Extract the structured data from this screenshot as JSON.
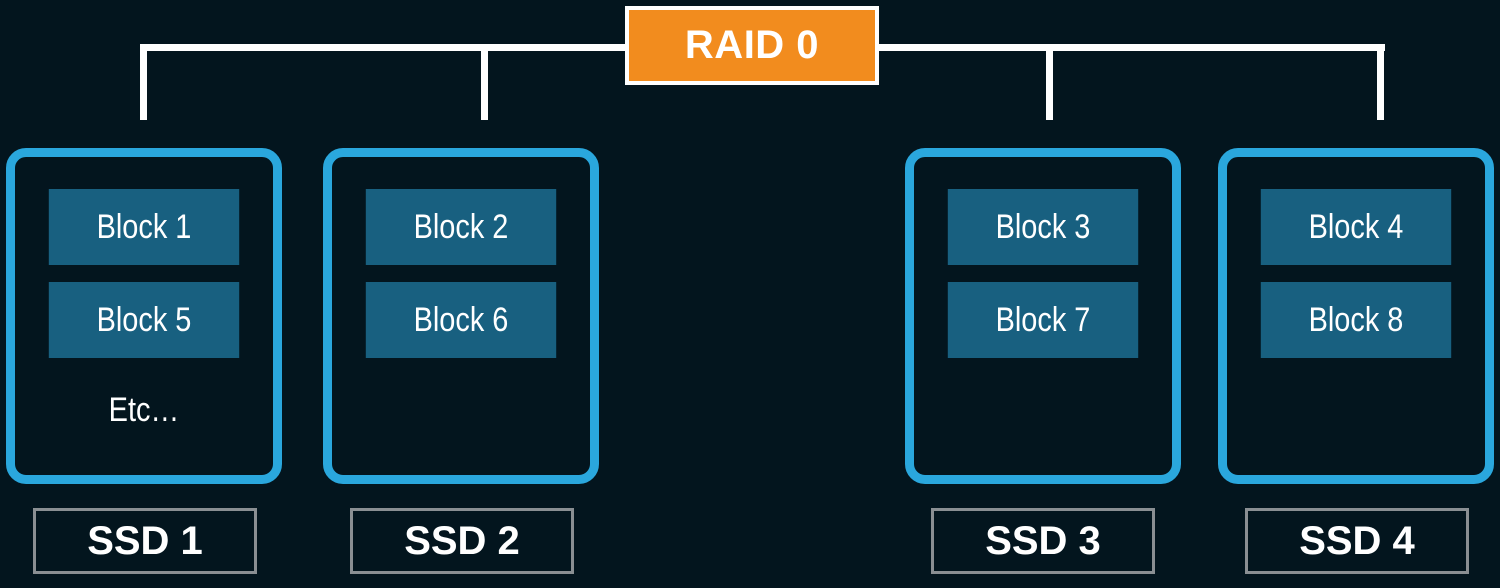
{
  "raid": {
    "label": "RAID 0",
    "color": "#f28c1e"
  },
  "colors": {
    "background": "#03151e",
    "ssd_border": "#2aa7dd",
    "block_fill": "#186080",
    "label_border": "#8a8f93",
    "connector": "#ffffff"
  },
  "drives": [
    {
      "label": "SSD 1",
      "blocks": [
        "Block 1",
        "Block 5"
      ],
      "extra": "Etc…"
    },
    {
      "label": "SSD 2",
      "blocks": [
        "Block 2",
        "Block 6"
      ],
      "extra": ""
    },
    {
      "label": "SSD 3",
      "blocks": [
        "Block 3",
        "Block 7"
      ],
      "extra": ""
    },
    {
      "label": "SSD 4",
      "blocks": [
        "Block 4",
        "Block 8"
      ],
      "extra": ""
    }
  ]
}
